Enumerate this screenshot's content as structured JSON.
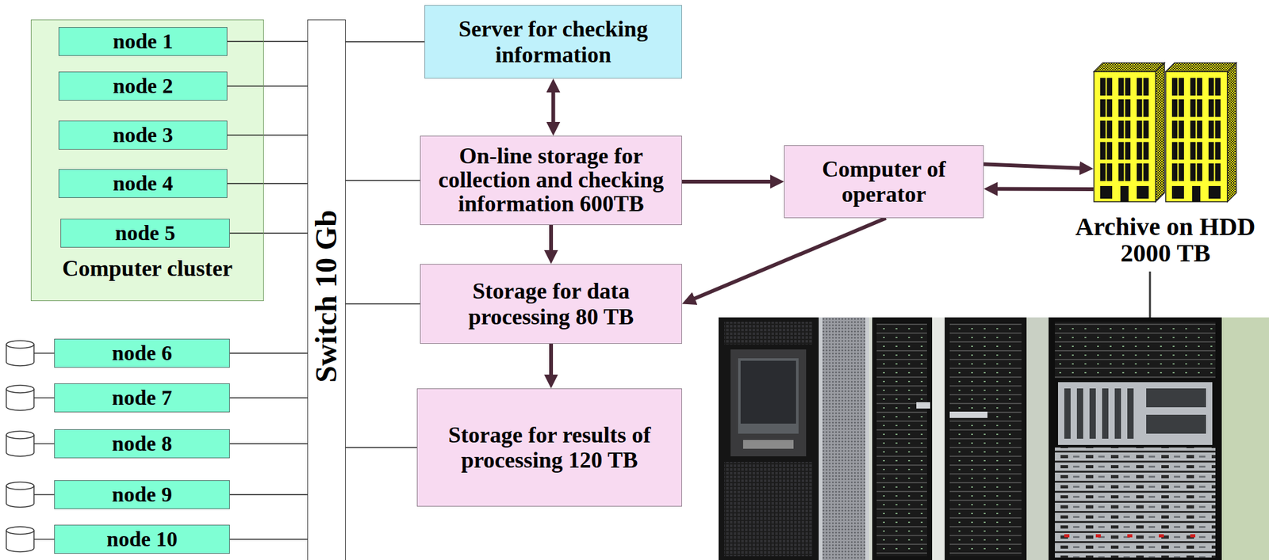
{
  "diagram": {
    "nodes": [
      {
        "text": [
          "Computer cluster"
        ]
      },
      {
        "text": [
          "node 1"
        ],
        "in": 0
      },
      {
        "text": [
          "node 2"
        ],
        "in": 0
      },
      {
        "text": [
          "node 3"
        ],
        "in": 0
      },
      {
        "text": [
          "node 4"
        ],
        "in": 0
      },
      {
        "text": [
          "node 5"
        ],
        "in": 0
      },
      {
        "text": [
          "Switch 10 Gb"
        ]
      },
      {
        "text": [
          "Server for checking information"
        ]
      },
      {
        "text": [
          "On-line storage for collection and checking information 600TB"
        ]
      },
      {
        "text": [
          "Computer of operator"
        ]
      },
      {
        "text": [
          "Archive on HDD 2000 TB"
        ]
      },
      {
        "text": [
          "Storage for data processing 80 TB"
        ]
      },
      {
        "text": [
          "Storage for results of processing 120 TB"
        ]
      },
      {
        "text": [
          "node 6"
        ]
      },
      {
        "text": [
          "node 7"
        ]
      },
      {
        "text": [
          "node 8"
        ]
      },
      {
        "text": [
          "node 9"
        ]
      },
      {
        "text": [
          "node 10"
        ]
      }
    ],
    "edges": [
      {
        "from": 1,
        "to": 6,
        "arrow": "none"
      },
      {
        "from": 2,
        "to": 6,
        "arrow": "none"
      },
      {
        "from": 3,
        "to": 6,
        "arrow": "none"
      },
      {
        "from": 4,
        "to": 6,
        "arrow": "none"
      },
      {
        "from": 5,
        "to": 6,
        "arrow": "none"
      },
      {
        "from": 13,
        "to": 6,
        "arrow": "none"
      },
      {
        "from": 14,
        "to": 6,
        "arrow": "none"
      },
      {
        "from": 15,
        "to": 6,
        "arrow": "none"
      },
      {
        "from": 16,
        "to": 6,
        "arrow": "none"
      },
      {
        "from": 17,
        "to": 6,
        "arrow": "none"
      },
      {
        "from": 6,
        "to": 7,
        "arrow": "none"
      },
      {
        "from": 6,
        "to": 8,
        "arrow": "none"
      },
      {
        "from": 6,
        "to": 11,
        "arrow": "none"
      },
      {
        "from": 6,
        "to": 12,
        "arrow": "none"
      },
      {
        "from": 7,
        "to": 8,
        "arrow": "both"
      },
      {
        "from": 8,
        "to": 9,
        "arrow": "to"
      },
      {
        "from": 8,
        "to": 11,
        "arrow": "to"
      },
      {
        "from": 9,
        "to": 11,
        "arrow": "to"
      },
      {
        "from": 11,
        "to": 12,
        "arrow": "to"
      },
      {
        "from": 9,
        "to": 10,
        "arrow": "to"
      },
      {
        "from": 10,
        "to": 9,
        "arrow": "to"
      }
    ]
  }
}
